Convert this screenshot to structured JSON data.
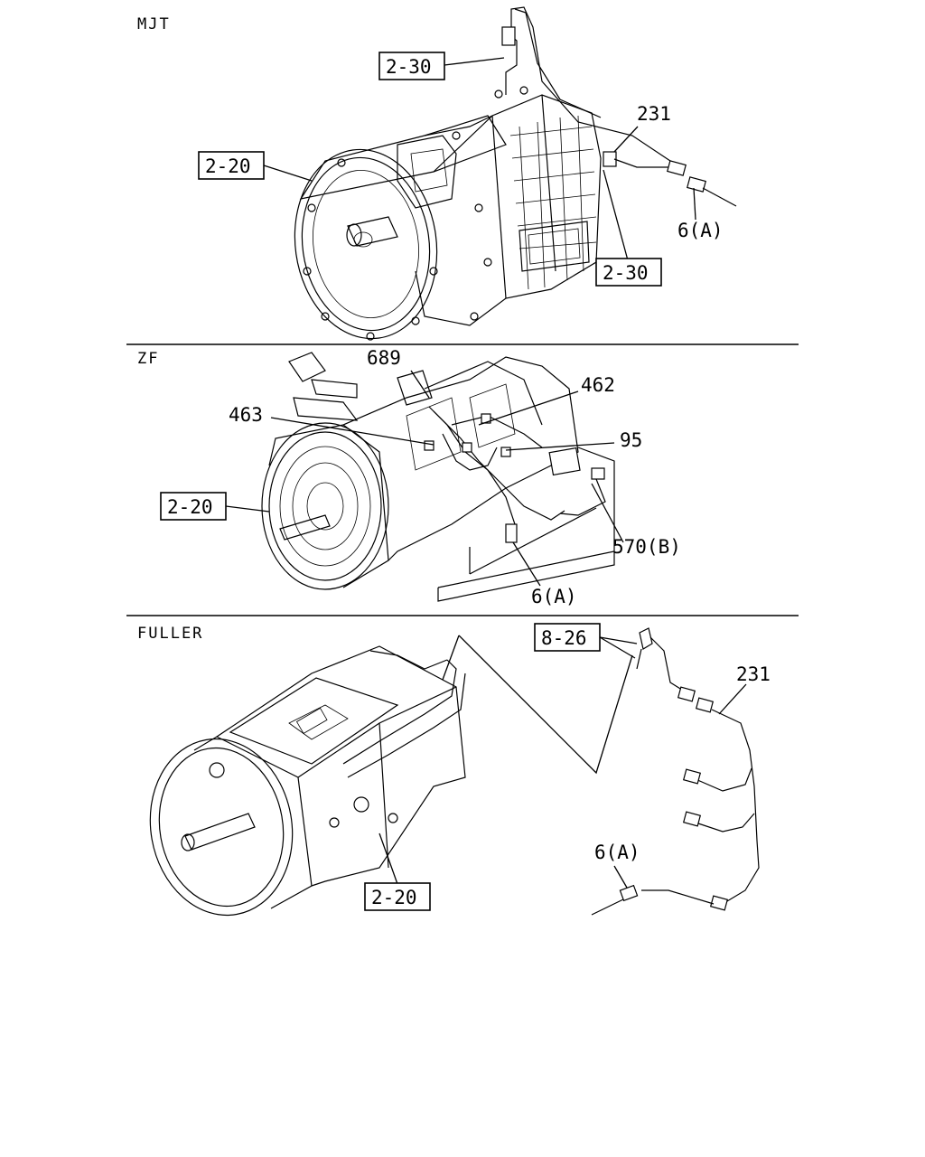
{
  "sections": {
    "mjt": {
      "title": "MJT",
      "callouts": {
        "ref_top": "2-30",
        "ref_left": "2-20",
        "ref_right": "2-30",
        "part_harness": "231",
        "part_connector": "6(A)"
      }
    },
    "zf": {
      "title": "ZF",
      "callouts": {
        "part_689": "689",
        "part_462": "462",
        "part_463": "463",
        "part_95": "95",
        "ref_left": "2-20",
        "part_570": "570(B)",
        "part_connector": "6(A)"
      }
    },
    "fuller": {
      "title": "FULLER",
      "callouts": {
        "ref_sensor": "8-26",
        "part_harness": "231",
        "part_connector": "6(A)",
        "ref_body": "2-20"
      }
    }
  }
}
